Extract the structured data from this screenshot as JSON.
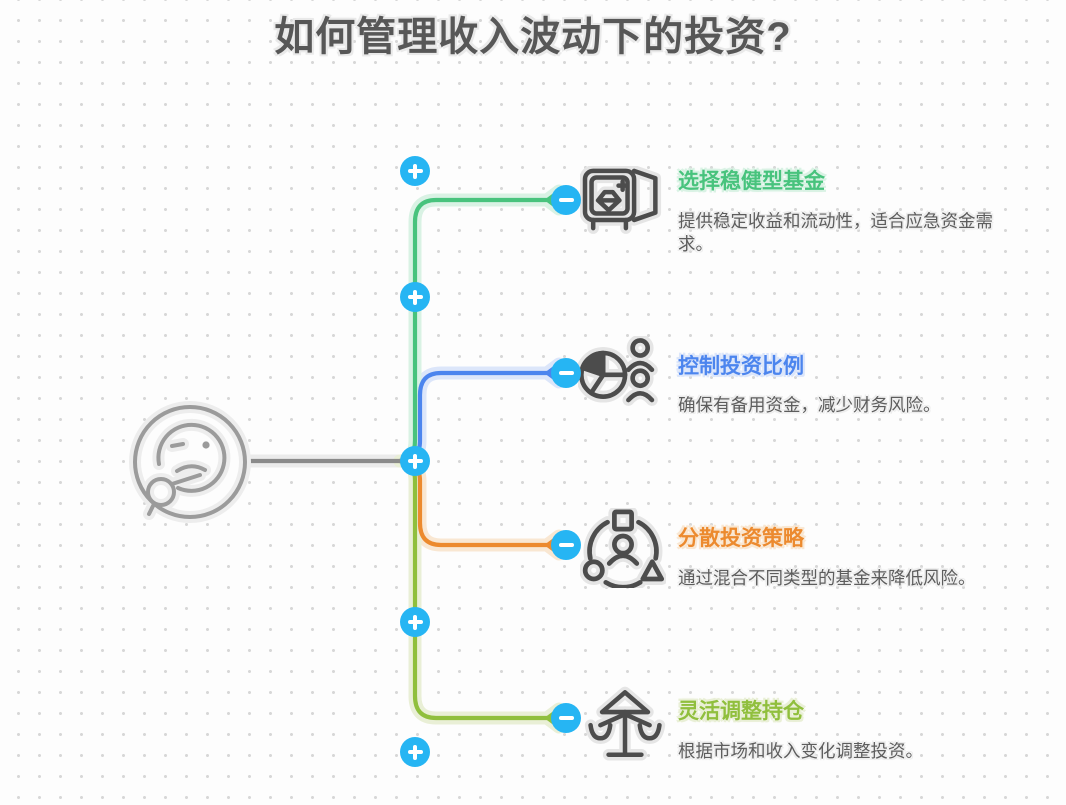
{
  "title": "如何管理收入波动下的投资?",
  "center_node": {
    "icon": "thinking-face-icon"
  },
  "branches": [
    {
      "label": "选择稳健型基金",
      "description": "提供稳定收益和流动性，适合应急资金需求。",
      "color": "#48c37d",
      "glow": "#d9f2e4",
      "icon": "safe-vault-icon"
    },
    {
      "label": "控制投资比例",
      "description": "确保有备用资金，减少财务风险。",
      "color": "#4c85ee",
      "glow": "#dce6fa",
      "icon": "pie-chart-people-icon"
    },
    {
      "label": "分散投资策略",
      "description": "通过混合不同类型的基金来降低风险。",
      "color": "#ec8a2e",
      "glow": "#f9e7d2",
      "icon": "diversified-group-icon"
    },
    {
      "label": "灵活调整持仓",
      "description": "根据市场和收入变化调整投资。",
      "color": "#90bf3d",
      "glow": "#e9efd6",
      "icon": "balance-scale-icon"
    }
  ],
  "ui": {
    "button_color": "#26b5f3",
    "expand_icon": "plus-icon",
    "collapse_icon": "minus-icon",
    "connector_color": "#8a8a8a",
    "connector_glow": "#ebebeb",
    "title_color": "#575757",
    "description_color": "#5d5d5d"
  }
}
